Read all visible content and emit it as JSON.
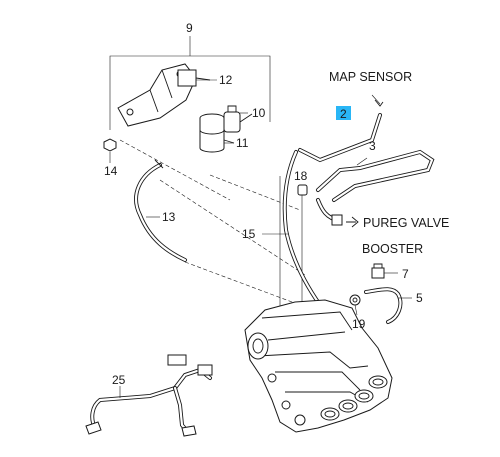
{
  "callouts": {
    "c9": "9",
    "c12": "12",
    "c10": "10",
    "c11": "11",
    "c14": "14",
    "c13": "13",
    "c2": "2",
    "c3": "3",
    "c18": "18",
    "c15": "15",
    "c7": "7",
    "c5": "5",
    "c19": "19",
    "c25": "25"
  },
  "annotations": {
    "map_sensor": "MAP SENSOR",
    "pureg_valve": "PUREG VALVE",
    "booster": "BOOSTER"
  },
  "colors": {
    "line": "#1a1a1a",
    "highlight": "#29b6f6",
    "background": "#ffffff"
  }
}
